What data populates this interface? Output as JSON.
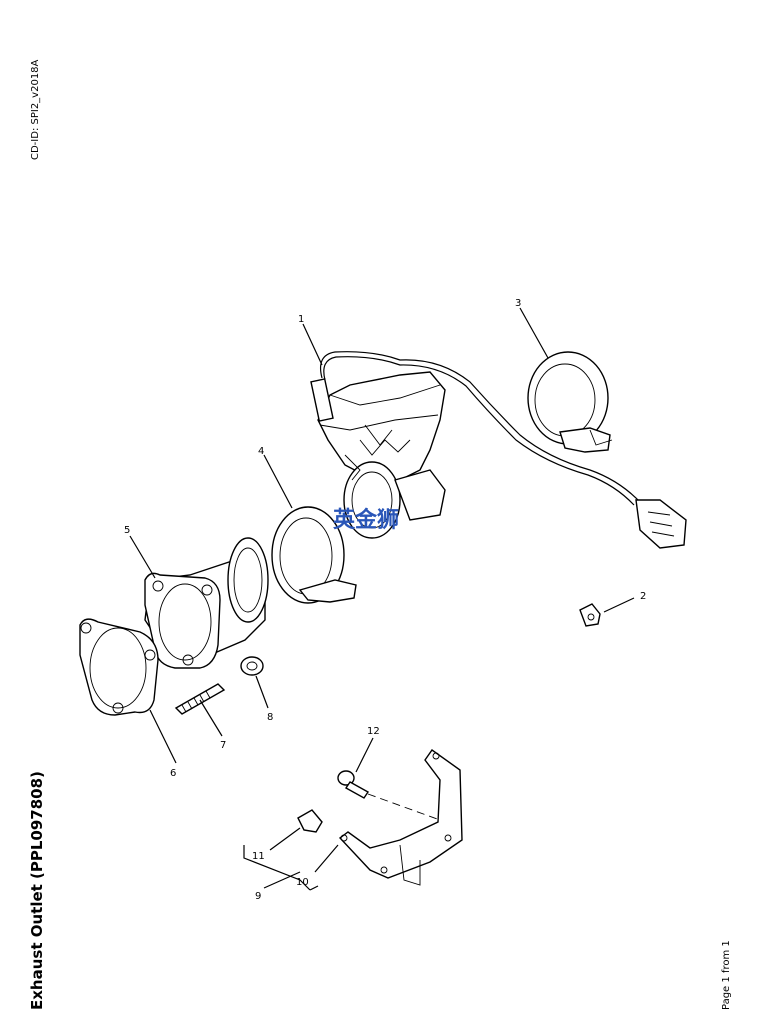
{
  "document": {
    "cd_id": "CD-ID: SPI2_v2018A",
    "title": "Exhaust Outlet (PPL097808)",
    "page_info": "Page 1 from 1"
  },
  "diagram": {
    "watermark": "英金狮",
    "callouts": {
      "c1": "1",
      "c2": "2",
      "c3": "3",
      "c4": "4",
      "c5": "5",
      "c6": "6",
      "c7": "7",
      "c8": "8",
      "c9": "9",
      "c10": "10",
      "c11": "11",
      "c12": "12"
    }
  }
}
